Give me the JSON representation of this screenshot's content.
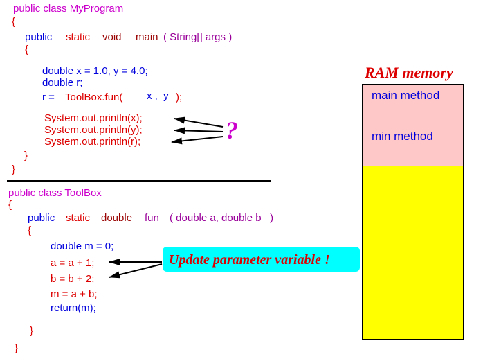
{
  "my_program": {
    "class_decl": "public class MyProgram",
    "open_brace": "{",
    "main_sig": {
      "public": "public",
      "static": "static",
      "void": "void",
      "main": "main",
      "args": "( String[] args )"
    },
    "open_brace_inner": "{",
    "decl_xy": "double x = 1.0, y = 4.0;",
    "decl_r": "double r;",
    "call": {
      "lhs": "r =",
      "fn": "ToolBox.fun(",
      "args": "x ,  y",
      "close": ");"
    },
    "prints": [
      "System.out.println(x);",
      "System.out.println(y);",
      "System.out.println(r);"
    ],
    "close_brace_inner": "}",
    "close_brace": "}"
  },
  "question_mark": "?",
  "toolbox": {
    "class_decl": "public class ToolBox",
    "open_brace": "{",
    "fun_sig": {
      "public": "public",
      "static": "static",
      "double": "double",
      "fun": "fun",
      "params": "( double a, double b   )"
    },
    "open_brace_inner": "{",
    "body": [
      "double m = 0;",
      "a = a + 1;",
      "b = b + 2;",
      "m = a + b;",
      "return(m);"
    ],
    "close_brace_inner": "}",
    "close_brace": "}"
  },
  "callout": "Update parameter variable !",
  "ram": {
    "title": "RAM memory",
    "frames": [
      "main method",
      "min method"
    ]
  },
  "colors": {
    "keyword_magenta": "#cc00cc",
    "code_blue": "#0000dd",
    "code_red": "#dd0000",
    "type_maroon": "#990000",
    "frame_pink": "#ffc8c8",
    "free_memory_yellow": "#ffff00",
    "callout_cyan": "#00ffff"
  }
}
